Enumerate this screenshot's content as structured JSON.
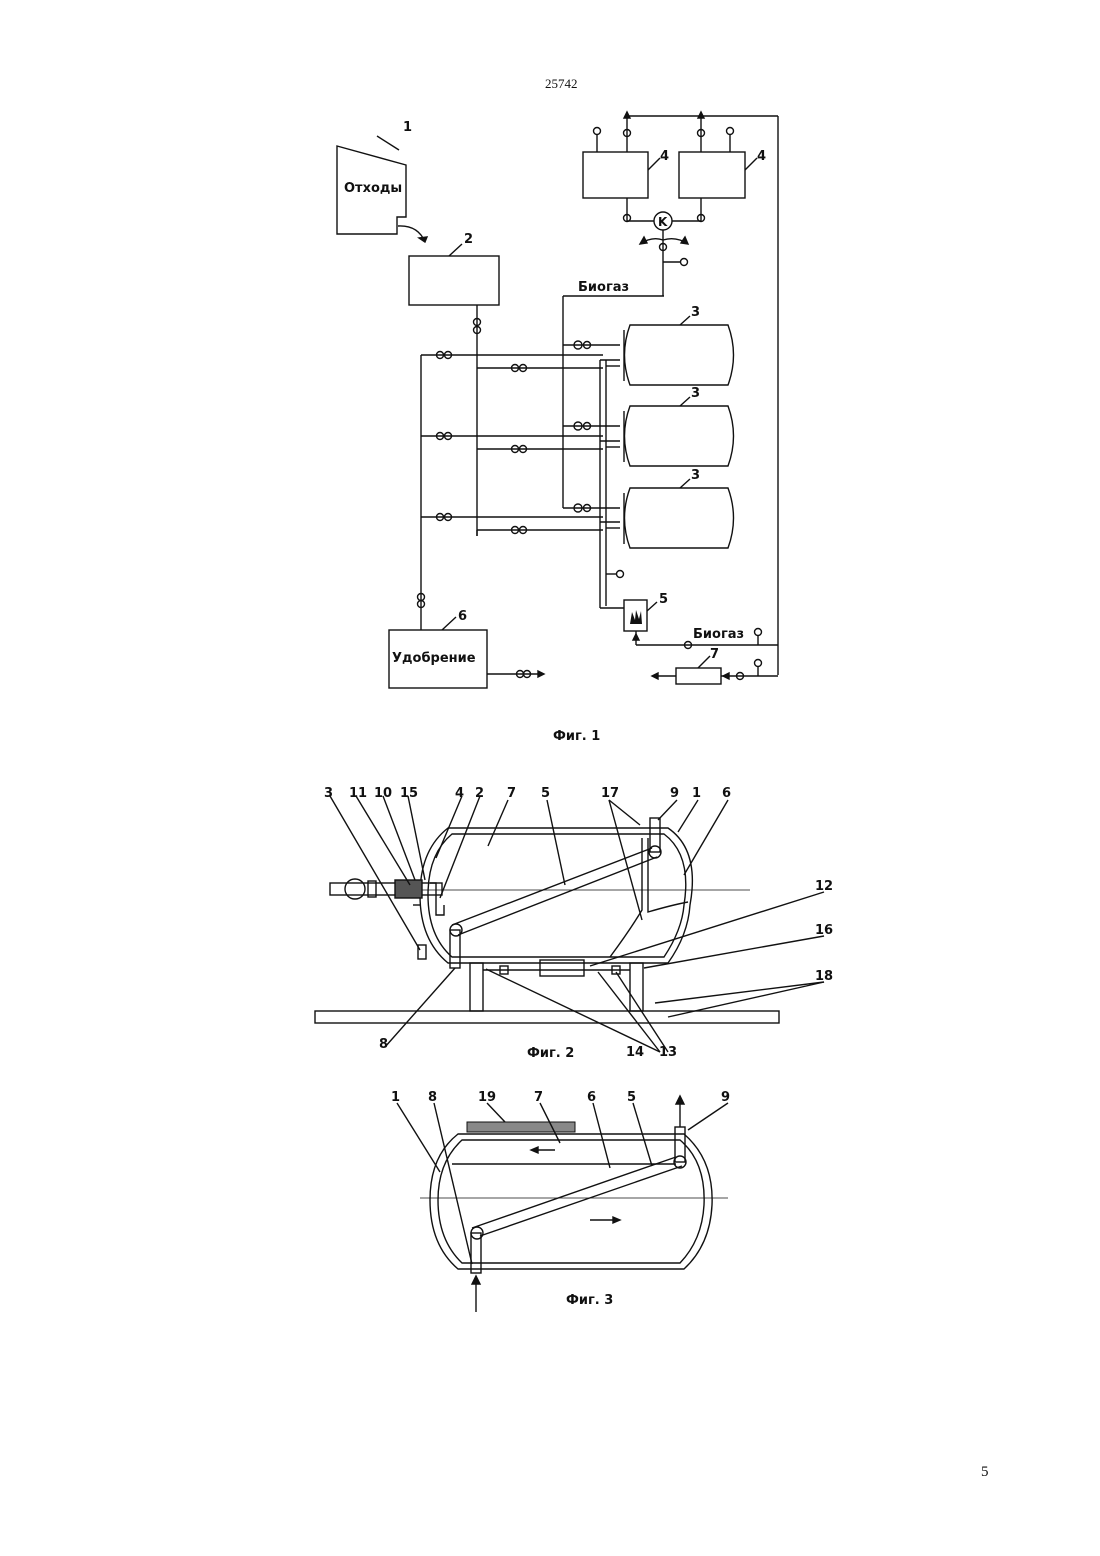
{
  "header": {
    "doc_number": "25742"
  },
  "footer": {
    "page_number": "5"
  },
  "fig1": {
    "caption": "Фиг. 1",
    "waste_label": "Отходы",
    "fertilizer_label": "Удобрение",
    "biogas_label_top": "Биогаз",
    "biogas_label_bottom": "Биогаз",
    "compressor_label": "K",
    "ref_waste": "1",
    "ref_mixer": "2",
    "ref_reactors": [
      "3",
      "3",
      "3"
    ],
    "ref_storage": [
      "4",
      "4"
    ],
    "ref_heater": "5",
    "ref_fertilizer": "6",
    "ref_unit7": "7"
  },
  "fig2": {
    "caption": "Фиг. 2",
    "refs_top": [
      "3",
      "11",
      "10",
      "15",
      "4",
      "2",
      "7",
      "5",
      "17",
      "9",
      "1",
      "6"
    ],
    "refs_right": [
      "12",
      "16",
      "18"
    ],
    "refs_bottom": [
      "8",
      "14",
      "13"
    ]
  },
  "fig3": {
    "caption": "Фиг. 3",
    "refs_top": [
      "1",
      "8",
      "19",
      "7",
      "6",
      "5",
      "9"
    ]
  }
}
